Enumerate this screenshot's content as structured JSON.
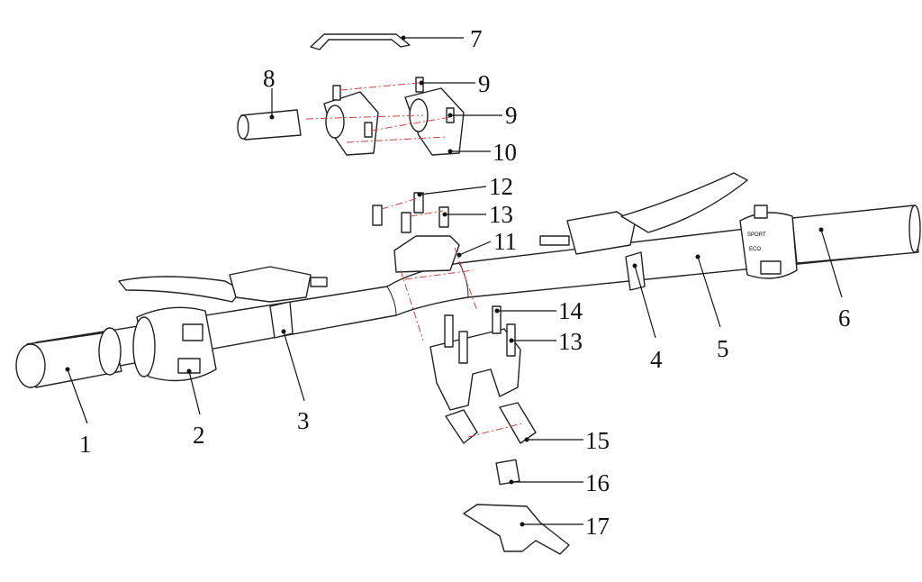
{
  "diagram": {
    "callouts": [
      {
        "id": "c1",
        "label": "1"
      },
      {
        "id": "c2",
        "label": "2"
      },
      {
        "id": "c3",
        "label": "3"
      },
      {
        "id": "c4",
        "label": "4"
      },
      {
        "id": "c5",
        "label": "5"
      },
      {
        "id": "c6",
        "label": "6"
      },
      {
        "id": "c7",
        "label": "7"
      },
      {
        "id": "c8",
        "label": "8"
      },
      {
        "id": "c9a",
        "label": "9"
      },
      {
        "id": "c9b",
        "label": "9"
      },
      {
        "id": "c10",
        "label": "10"
      },
      {
        "id": "c12",
        "label": "12"
      },
      {
        "id": "c13a",
        "label": "13"
      },
      {
        "id": "c11",
        "label": "11"
      },
      {
        "id": "c14",
        "label": "14"
      },
      {
        "id": "c13b",
        "label": "13"
      },
      {
        "id": "c15",
        "label": "15"
      },
      {
        "id": "c16",
        "label": "16"
      },
      {
        "id": "c17",
        "label": "17"
      }
    ],
    "switch_labels": {
      "top": "SPORT",
      "bottom": "ECO"
    }
  }
}
